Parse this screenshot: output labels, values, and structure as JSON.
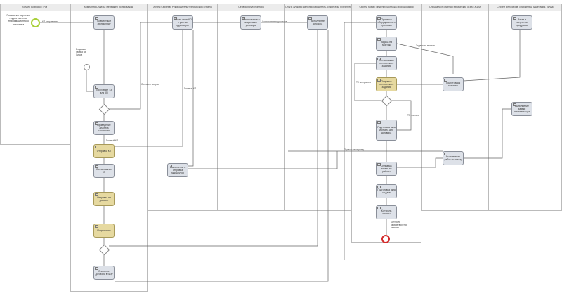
{
  "lanes": [
    "Холдер Бизбарос: РОП",
    "Компания Оплаты: менеджер по продажам",
    "Артем Сергеев: Руководитель технического отдела",
    "Сервис Котур Контора",
    "Ольга Зубкова: делопроизводитель, секретарь, бухгалтер",
    "Сергей Ковач: инженер монтажа оборудования",
    "Специалист отдела Технический отдел ЖИМ",
    "Сергей Белозеров: снабженец, замечания, склад"
  ],
  "note": "Появление карточки лида в системе информационного источника",
  "tasks": [
    "Совместный звонок лиду",
    "Получение ТЗ для КП",
    "Проведение анализа сложности",
    "Отправка КП",
    "Согласование КП",
    "Отправка на договор",
    "Подписание",
    "Внесение договора в базу",
    "Расчет цены КП с учетом трудозатрат",
    "Выполнение и отправка маршрутов",
    "Согласование и подписание договора",
    "Выполнение договора",
    "Проверка оборудования и программ",
    "Задача на монтаж",
    "Согласование технического задания",
    "Отправка технического задания",
    "Подготовка акта и отчета для договора",
    "Отправка заказа на работы",
    "Подготовка акта к сдаче",
    "Контроль оплаты",
    "Подготовка к монтажу",
    "Выполнение работ по заказу",
    "Заказ и получение продукции",
    "Выполнение заявки комплектации"
  ],
  "edges": [
    "КП отправлено",
    "Входящая заявка из Лидов",
    "Согласен вопрос",
    "Готовый КП",
    "Готовые КП",
    "Согласование договора",
    "Задача на монтаж",
    "ТЗ не принято",
    "ТЗ принято",
    "Задача на отгрузку",
    "Контроль удовлетворения клиента"
  ]
}
